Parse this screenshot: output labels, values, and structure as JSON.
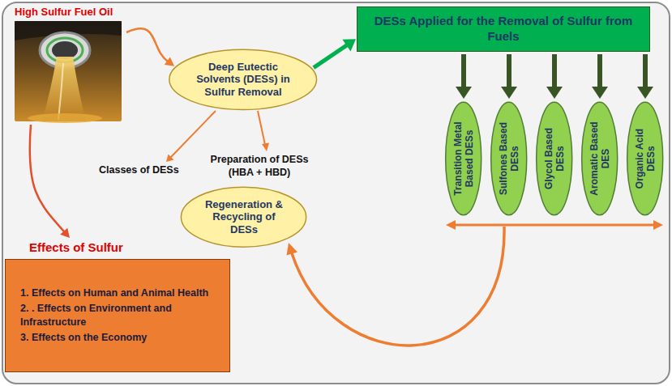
{
  "diagram": {
    "nodes": [
      {
        "text": [
          "High Sulfur Fuel Oil"
        ]
      },
      {
        "text": [
          "Deep Eutectic Solvents (DESs) in Sulfur Removal"
        ]
      },
      {
        "text": [
          "DESs Applied for the Removal of Sulfur from Fuels"
        ]
      },
      {
        "text": [
          "Effects of Sulfur",
          "1. Effects on Human and Animal Health",
          "2. . Effects on Environment and Infrastructure",
          "3. Effects on the Economy"
        ]
      },
      {
        "text": [
          "Regeneration & Recycling of DESs"
        ]
      },
      {
        "text": [
          "Transition Metal Based DESs"
        ]
      },
      {
        "text": [
          "Sulfones Based DESs"
        ]
      },
      {
        "text": [
          "Glycol Based DESs"
        ]
      },
      {
        "text": [
          "Aromatic Based DES"
        ]
      },
      {
        "text": [
          "Organic Acid DESs"
        ]
      }
    ],
    "edges": [
      {
        "from": 0,
        "to": 1,
        "arrow": "to"
      },
      {
        "from": 0,
        "to": 3,
        "arrow": "to"
      },
      {
        "from": 1,
        "to": 2,
        "arrow": "to"
      },
      {
        "from": 2,
        "to": 5,
        "arrow": "to"
      },
      {
        "from": 2,
        "to": 6,
        "arrow": "to"
      },
      {
        "from": 2,
        "to": 7,
        "arrow": "to"
      },
      {
        "from": 2,
        "to": 8,
        "arrow": "to"
      },
      {
        "from": 2,
        "to": 9,
        "arrow": "to"
      }
    ],
    "labels": [
      "Classes of DESs",
      "Preparation of DESs (HBA + HBD)"
    ]
  }
}
